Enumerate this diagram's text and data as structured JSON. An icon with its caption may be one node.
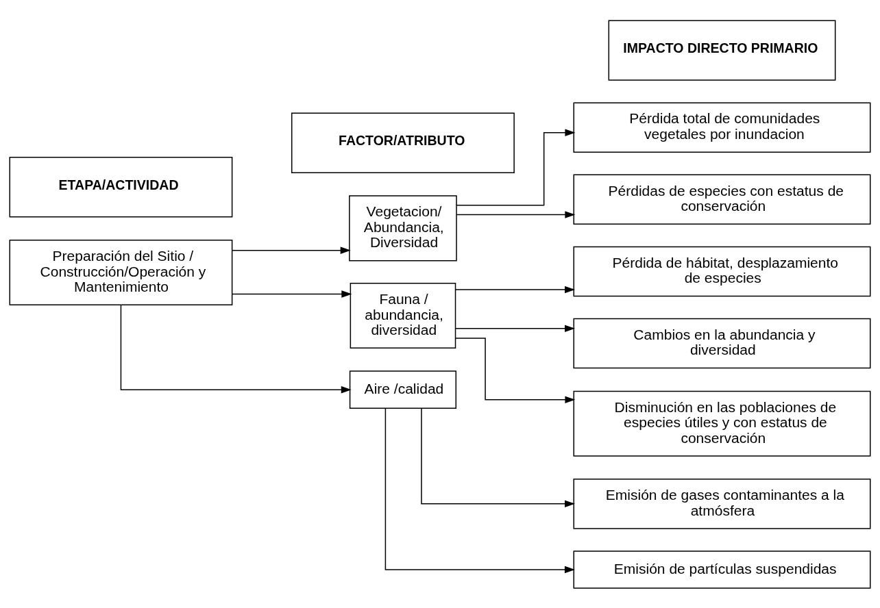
{
  "diagram": {
    "nodes": [
      {
        "text": [
          "ETAPA/ACTIVIDAD"
        ]
      },
      {
        "text": [
          "FACTOR/ATRIBUTO"
        ]
      },
      {
        "text": [
          "IMPACTO DIRECTO PRIMARIO"
        ]
      },
      {
        "text": [
          "Preparación del Sitio / Construcción/Operación y Mantenimiento"
        ]
      },
      {
        "text": [
          "Vegetacion/ Abundancia, Diversidad"
        ]
      },
      {
        "text": [
          "Fauna / abundancia, diversidad"
        ]
      },
      {
        "text": [
          "Aire /calidad"
        ]
      },
      {
        "text": [
          "Pérdida total de comunidades vegetales por inundacion"
        ]
      },
      {
        "text": [
          "Pérdidas de especies con estatus de conservación"
        ]
      },
      {
        "text": [
          "Pérdida de hábitat, desplazamiento de especies"
        ]
      },
      {
        "text": [
          "Cambios en la abundancia y diversidad"
        ]
      },
      {
        "text": [
          "Disminución en las poblaciones de especies útiles y con estatus de conservación"
        ]
      },
      {
        "text": [
          "Emisión de gases contaminantes a la atmósfera"
        ]
      },
      {
        "text": [
          "Emisión de partículas suspendidas"
        ]
      }
    ],
    "edges": [
      {
        "from": 3,
        "to": 4,
        "arrow": "to"
      },
      {
        "from": 3,
        "to": 5,
        "arrow": "to"
      },
      {
        "from": 3,
        "to": 6,
        "arrow": "to"
      },
      {
        "from": 4,
        "to": 7,
        "arrow": "to"
      },
      {
        "from": 4,
        "to": 8,
        "arrow": "to"
      },
      {
        "from": 5,
        "to": 9,
        "arrow": "to"
      },
      {
        "from": 5,
        "to": 10,
        "arrow": "to"
      },
      {
        "from": 5,
        "to": 11,
        "arrow": "to"
      },
      {
        "from": 6,
        "to": 12,
        "arrow": "to"
      },
      {
        "from": 6,
        "to": 13,
        "arrow": "to"
      }
    ]
  }
}
